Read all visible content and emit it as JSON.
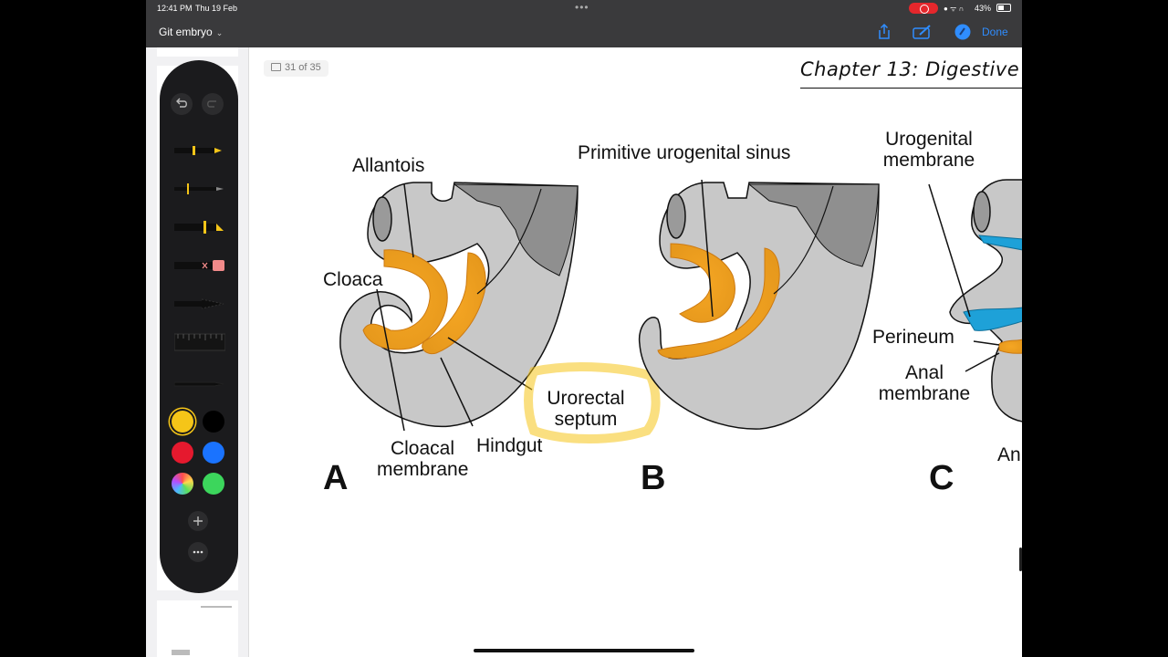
{
  "status_bar": {
    "time": "12:41 PM",
    "date": "Thu 19 Feb",
    "battery": "43%"
  },
  "nav": {
    "document_title": "Git embryo",
    "done_label": "Done"
  },
  "page": {
    "counter": "31 of 35",
    "chapter_title": "Chapter 13: Digestive"
  },
  "figure": {
    "labels": {
      "allantois": "Allantois",
      "cloaca": "Cloaca",
      "cloacal_membrane_1": "Cloacal",
      "cloacal_membrane_2": "membrane",
      "hindgut": "Hindgut",
      "urorectal_septum_1": "Urorectal",
      "urorectal_septum_2": "septum",
      "primitive_urogenital_sinus": "Primitive urogenital sinus",
      "urogenital_membrane_1": "Urogenital",
      "urogenital_membrane_2": "membrane",
      "perineum": "Perineum",
      "anal_membrane_1": "Anal",
      "anal_membrane_2": "membrane",
      "anal_partial": "An"
    },
    "panels": {
      "a": "A",
      "b": "B",
      "c": "C"
    }
  },
  "toolbar": {
    "tools": [
      "pen",
      "fineliner",
      "highlighter",
      "eraser",
      "lasso",
      "ruler",
      "pencil"
    ],
    "selected_color": "#f5c518",
    "swatch_colors": [
      "#f5c518",
      "#000000",
      "#e5192e",
      "#1a73ff",
      "multicolor",
      "#3cd65c"
    ]
  },
  "icons": [
    "undo-icon",
    "redo-icon",
    "share-icon",
    "markup-icon",
    "pencil-circle-icon",
    "sidebar-icon",
    "add-icon",
    "more-icon"
  ]
}
